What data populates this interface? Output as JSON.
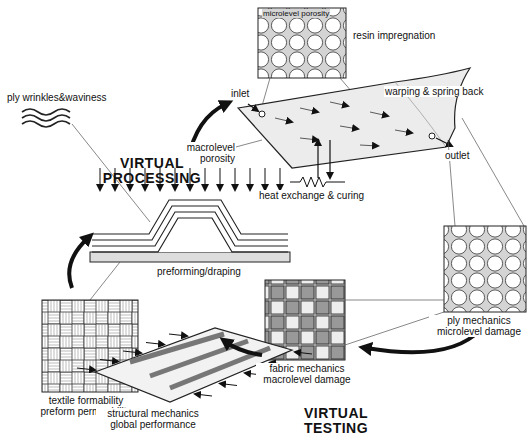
{
  "diagram": {
    "labels": [
      "microlevel porosity",
      "resin impregnation",
      "warping & spring back",
      "inlet",
      "outlet",
      "macrolevel porosity",
      "heat exchange & curing",
      "VIRTUAL PROCESSING",
      "ply wrinkles&waviness",
      "preforming/draping",
      "textile formability preform permeability",
      "ply mechanics microlevel damage",
      "fabric mechanics macrolevel damage",
      "VIRTUAL TESTING",
      "structural mechanics global performance"
    ]
  }
}
